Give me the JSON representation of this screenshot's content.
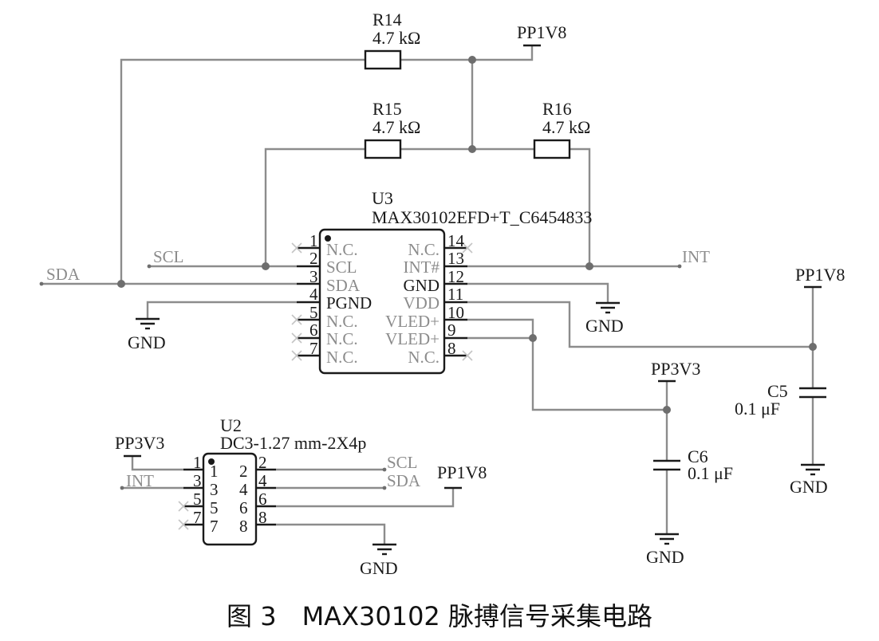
{
  "caption": "图 3　MAX30102 脉搏信号采集电路",
  "resistors": {
    "r14": {
      "ref": "R14",
      "value": "4.7 kΩ"
    },
    "r15": {
      "ref": "R15",
      "value": "4.7 kΩ"
    },
    "r16": {
      "ref": "R16",
      "value": "4.7 kΩ"
    }
  },
  "capacitors": {
    "c5": {
      "ref": "C5",
      "value": "0.1 μF"
    },
    "c6": {
      "ref": "C6",
      "value": "0.1 μF"
    }
  },
  "power": {
    "pp1v8": "PP1V8",
    "pp3v3": "PP3V3",
    "gnd": "GND"
  },
  "nets": {
    "scl": "SCL",
    "sda": "SDA",
    "int": "INT"
  },
  "u3": {
    "ref": "U3",
    "part": "MAX30102EFD+T_C6454833",
    "left_pins": [
      {
        "num": "1",
        "name": "N.C."
      },
      {
        "num": "2",
        "name": "SCL"
      },
      {
        "num": "3",
        "name": "SDA"
      },
      {
        "num": "4",
        "name": "PGND"
      },
      {
        "num": "5",
        "name": "N.C."
      },
      {
        "num": "6",
        "name": "N.C."
      },
      {
        "num": "7",
        "name": "N.C."
      }
    ],
    "right_pins": [
      {
        "num": "14",
        "name": "N.C."
      },
      {
        "num": "13",
        "name": "INT#"
      },
      {
        "num": "12",
        "name": "GND"
      },
      {
        "num": "11",
        "name": "VDD"
      },
      {
        "num": "10",
        "name": "VLED+"
      },
      {
        "num": "9",
        "name": "VLED+"
      },
      {
        "num": "8",
        "name": "N.C."
      }
    ]
  },
  "u2": {
    "ref": "U2",
    "part": "DC3-1.27 mm-2X4p",
    "outer_left": [
      "1",
      "3",
      "5",
      "7"
    ],
    "inner_left": [
      "1",
      "3",
      "5",
      "7"
    ],
    "inner_right": [
      "2",
      "4",
      "6",
      "8"
    ],
    "outer_right": [
      "2",
      "4",
      "6",
      "8"
    ]
  }
}
